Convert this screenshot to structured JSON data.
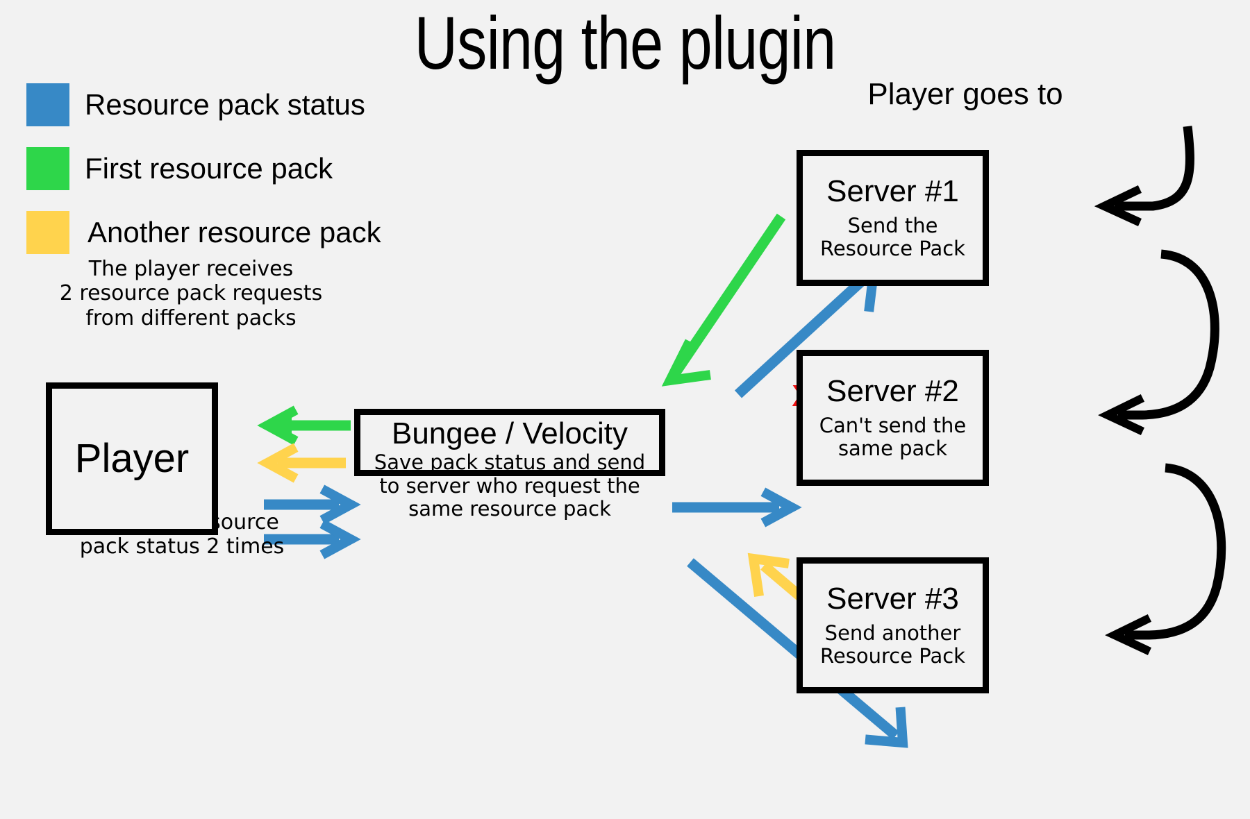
{
  "page": {
    "title": "Using the plugin",
    "background_color": "#f2f2f2"
  },
  "colors": {
    "status_blue": "#3789c6",
    "first_pack_green": "#2ed64a",
    "another_pack_yellow": "#ffd34d",
    "error_red": "#ee1111",
    "outline_black": "#000000"
  },
  "legend": {
    "items": [
      {
        "label": "Resource pack status",
        "color": "#3789c6",
        "swatch_name": "blue-swatch"
      },
      {
        "label": "First resource pack",
        "color": "#2ed64a",
        "swatch_name": "green-swatch"
      },
      {
        "label": "Another resource pack",
        "color": "#ffd34d",
        "swatch_name": "yellow-swatch"
      }
    ]
  },
  "notes": {
    "player_receives": "The player receives\n2 resource pack requests\nfrom different packs",
    "player_sends": "And send resource\npack status 2 times",
    "player_goes_to": "Player goes to",
    "blocked_marker": "X"
  },
  "nodes": {
    "player": {
      "title": "Player",
      "subtitle": ""
    },
    "proxy": {
      "title": "Bungee / Velocity",
      "subtitle": "Save pack status and send\nto server who request the\nsame resource pack"
    },
    "servers": [
      {
        "title": "Server #1",
        "subtitle": "Send the\nResource Pack"
      },
      {
        "title": "Server #2",
        "subtitle": "Can't send the\nsame pack"
      },
      {
        "title": "Server #3",
        "subtitle": "Send another\nResource Pack"
      }
    ]
  },
  "flows": [
    {
      "name": "proxy-to-player-green",
      "color": "#2ed64a",
      "from": "proxy",
      "to": "player",
      "kind": "first resource pack"
    },
    {
      "name": "proxy-to-player-yellow",
      "color": "#ffd34d",
      "from": "proxy",
      "to": "player",
      "kind": "another resource pack"
    },
    {
      "name": "player-to-proxy-blue-1",
      "color": "#3789c6",
      "from": "player",
      "to": "proxy",
      "kind": "resource pack status"
    },
    {
      "name": "player-to-proxy-blue-2",
      "color": "#3789c6",
      "from": "player",
      "to": "proxy",
      "kind": "resource pack status"
    },
    {
      "name": "server1-to-proxy-green",
      "color": "#2ed64a",
      "from": "server1",
      "to": "proxy",
      "kind": "first resource pack"
    },
    {
      "name": "proxy-to-server1-blue",
      "color": "#3789c6",
      "from": "proxy",
      "to": "server1",
      "kind": "resource pack status"
    },
    {
      "name": "server2-to-proxy-green",
      "color": "#2ed64a",
      "from": "server2",
      "to": "proxy",
      "kind": "blocked first resource pack"
    },
    {
      "name": "proxy-to-server2-blue",
      "color": "#3789c6",
      "from": "proxy",
      "to": "server2",
      "kind": "resource pack status"
    },
    {
      "name": "server3-to-proxy-yellow",
      "color": "#ffd34d",
      "from": "server3",
      "to": "proxy",
      "kind": "another resource pack"
    },
    {
      "name": "proxy-to-server3-blue",
      "color": "#3789c6",
      "from": "proxy",
      "to": "server3",
      "kind": "resource pack status"
    },
    {
      "name": "travel-to-server1",
      "color": "#000000",
      "from": "player-goes-to",
      "to": "server1",
      "kind": "player travel"
    },
    {
      "name": "travel-server1-to-2",
      "color": "#000000",
      "from": "server1",
      "to": "server2",
      "kind": "player travel"
    },
    {
      "name": "travel-server2-to-3",
      "color": "#000000",
      "from": "server2",
      "to": "server3",
      "kind": "player travel"
    }
  ]
}
